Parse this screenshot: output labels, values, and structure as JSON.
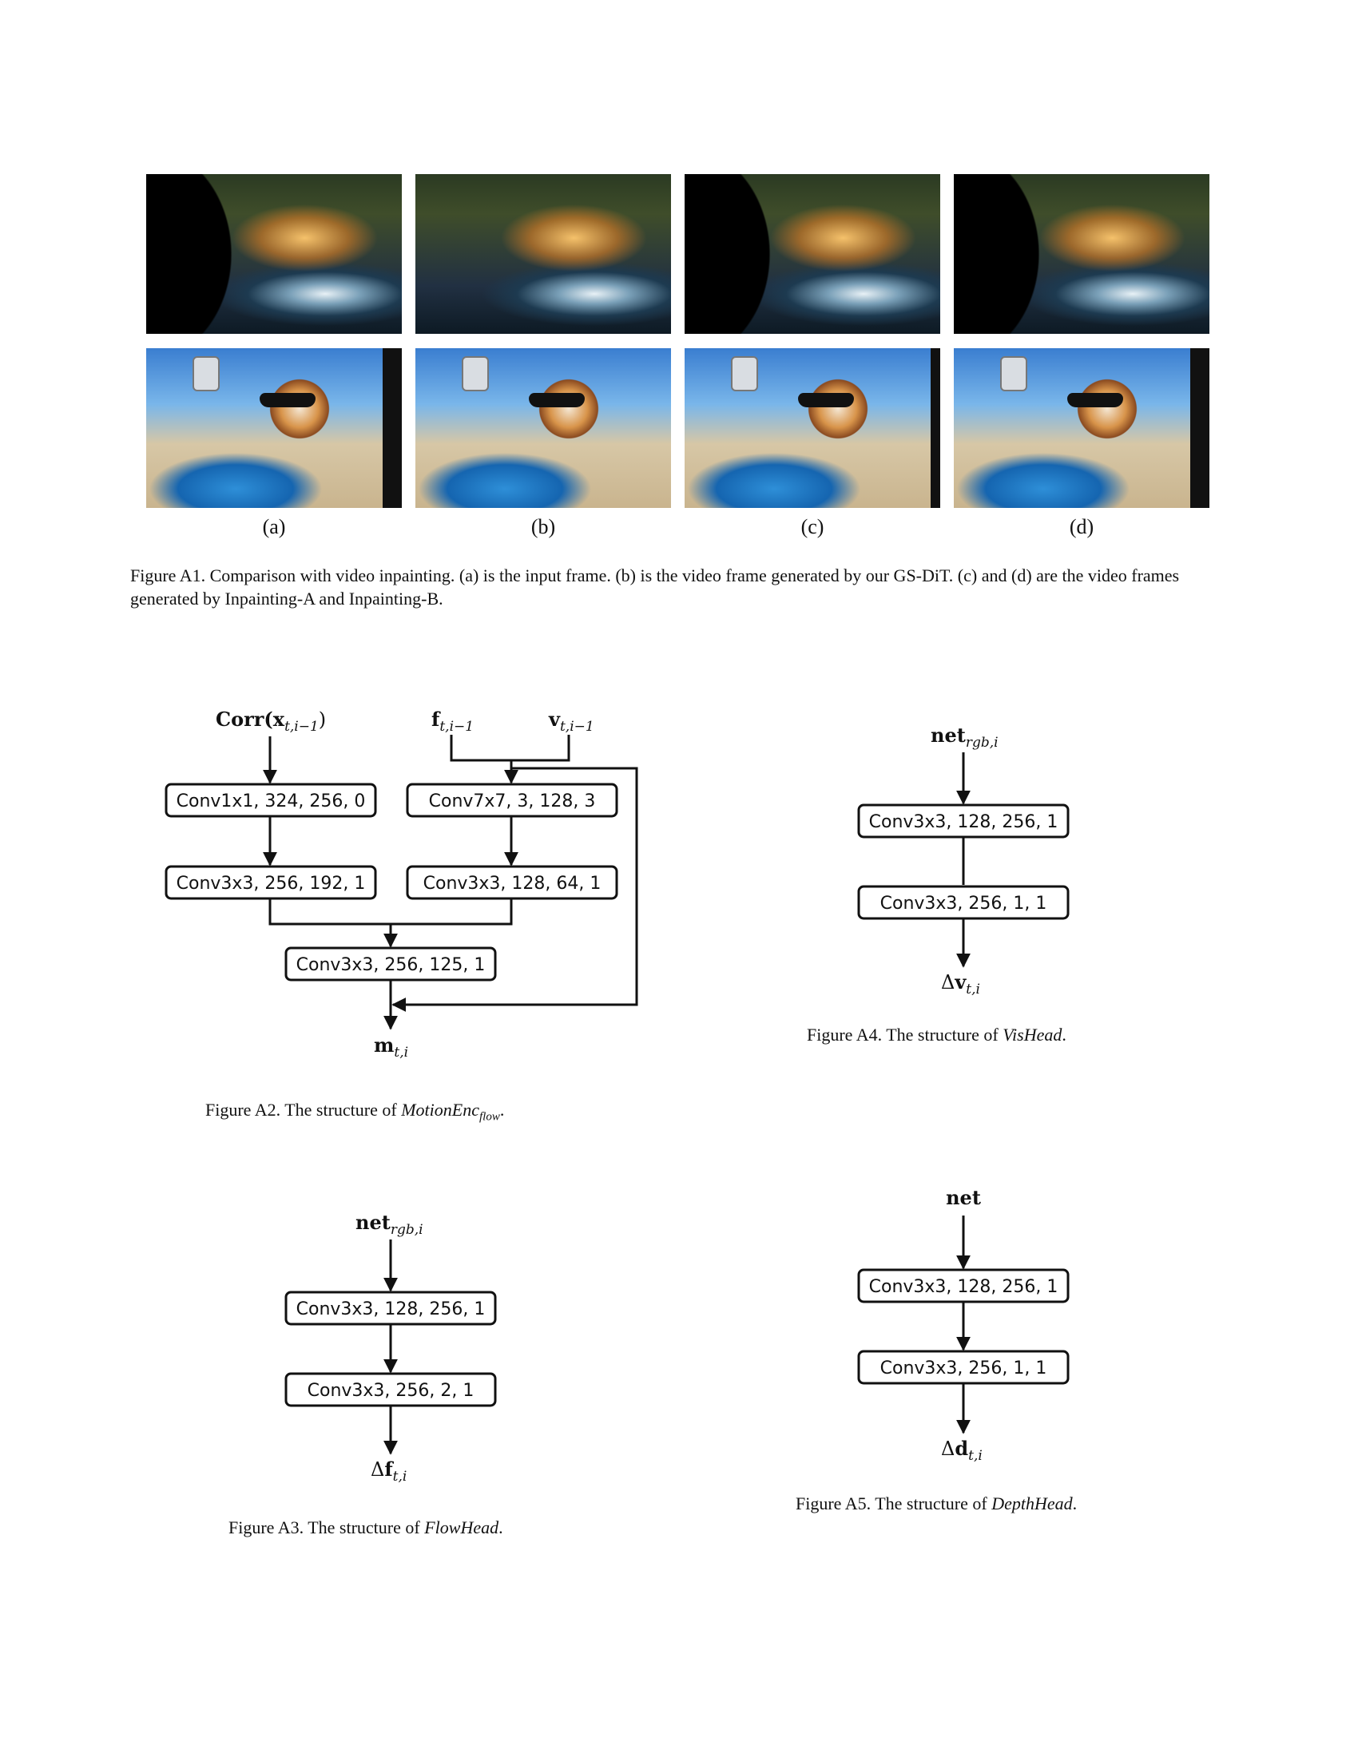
{
  "figure_a1": {
    "sub_labels": [
      "(a)",
      "(b)",
      "(c)",
      "(d)"
    ],
    "caption": "Figure A1. Comparison with video inpainting. (a) is the input frame. (b) is the video frame generated by our GS-DiT. (c) and (d) are the video frames generated by Inpainting-A and Inpainting-B."
  },
  "figure_a2": {
    "input_corr": "Corr(x",
    "input_corr_sub": "t,i−1",
    "input_corr_close": ")",
    "input_f": "f",
    "input_f_sub": "t,i−1",
    "input_v": "v",
    "input_v_sub": "t,i−1",
    "box1": "Conv1x1, 324, 256, 0",
    "box2": "Conv7x7, 3, 128, 3",
    "box3": "Conv3x3, 256, 192, 1",
    "box4": "Conv3x3, 128, 64, 1",
    "box5": "Conv3x3, 256, 125, 1",
    "output": "m",
    "output_sub": "t,i",
    "caption_prefix": "Figure A2. The structure of ",
    "caption_name": "MotionEnc",
    "caption_sub": "flow",
    "caption_suffix": "."
  },
  "figure_a3": {
    "input": "net",
    "input_sub": "rgb,i",
    "box1": "Conv3x3, 128, 256, 1",
    "box2": "Conv3x3, 256, 2, 1",
    "output_delta": "Δ",
    "output": "f",
    "output_sub": "t,i",
    "caption_prefix": "Figure A3. The structure of ",
    "caption_name": "FlowHead",
    "caption_suffix": "."
  },
  "figure_a4": {
    "input": "net",
    "input_sub": "rgb,i",
    "box1": "Conv3x3, 128, 256, 1",
    "box2": "Conv3x3, 256, 1, 1",
    "output_delta": "Δ",
    "output": "v",
    "output_sub": "t,i",
    "caption_prefix": "Figure A4. The structure of ",
    "caption_name": "VisHead",
    "caption_suffix": "."
  },
  "figure_a5": {
    "input": "net",
    "box1": "Conv3x3, 128, 256, 1",
    "box2": "Conv3x3, 256, 1, 1",
    "output_delta": "Δ",
    "output": "d",
    "output_sub": "t,i",
    "caption_prefix": "Figure A5. The structure of ",
    "caption_name": "DepthHead",
    "caption_suffix": "."
  }
}
